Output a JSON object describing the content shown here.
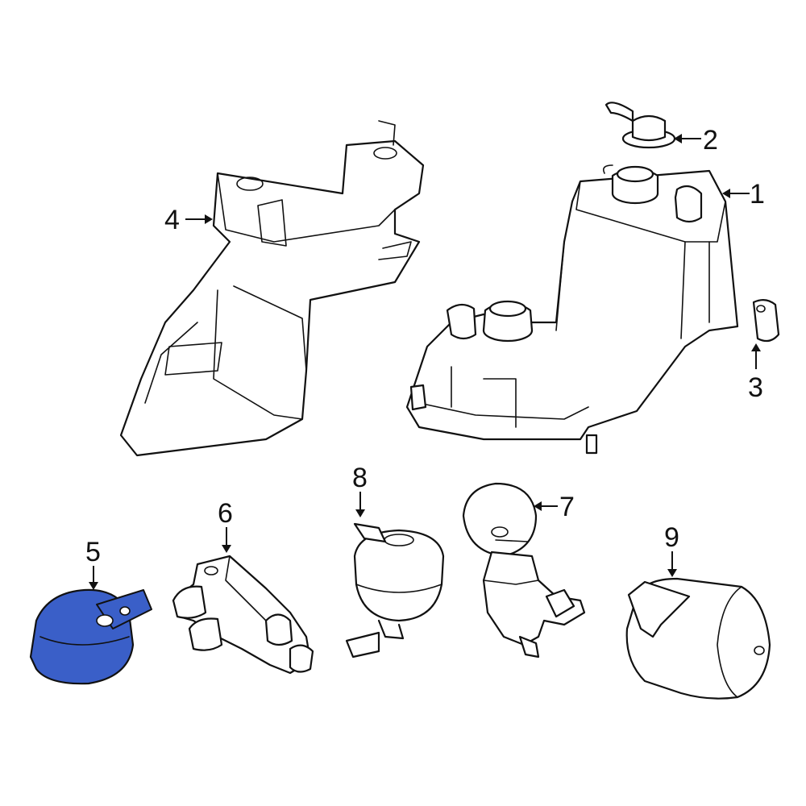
{
  "highlight_color": "#3a5fc8",
  "outline_color": "#111111",
  "callouts": {
    "c1": "1",
    "c2": "2",
    "c3": "3",
    "c4": "4",
    "c5": "5",
    "c6": "6",
    "c7": "7",
    "c8": "8",
    "c9": "9"
  },
  "highlighted_part": "5"
}
